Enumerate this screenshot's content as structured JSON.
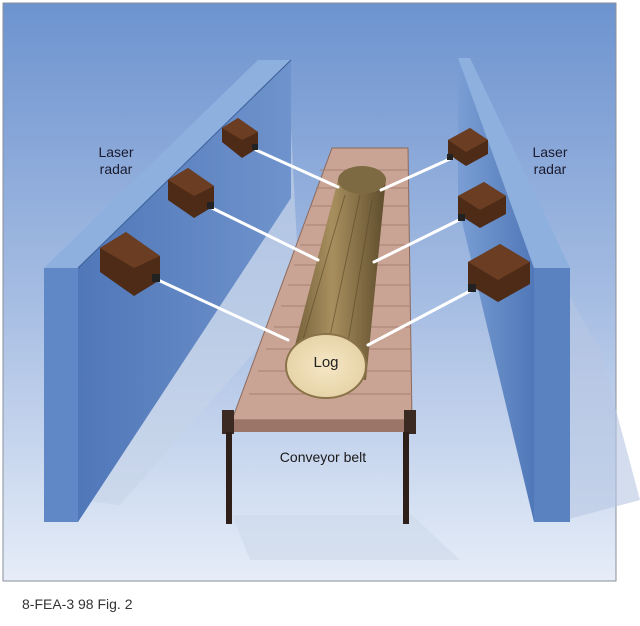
{
  "labels": {
    "laser_left_line1": "Laser",
    "laser_left_line2": "radar",
    "laser_right_line1": "Laser",
    "laser_right_line2": "radar",
    "log": "Log",
    "conveyor": "Conveyor belt"
  },
  "caption": "8-FEA-3 98 Fig. 2",
  "colors": {
    "sky_top": "#6f94cf",
    "sky_bottom": "#dfe8f6",
    "panel_face": "#5b84c2",
    "panel_edge": "#8fb0dc",
    "sensor": "#4a2a16",
    "belt": "#c9a394",
    "log": "#8a7348",
    "beam": "#ffffff"
  },
  "icons": [
    "laser-radar-sensor-icon"
  ]
}
